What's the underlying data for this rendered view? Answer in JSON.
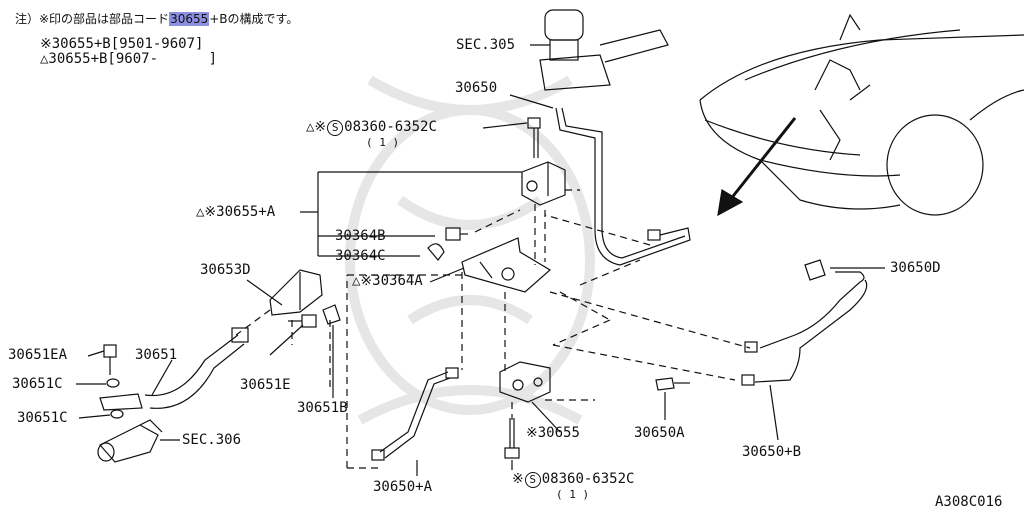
{
  "note": {
    "line1_prefix": "注）※印の部品は部品コード",
    "line1_code": "30655",
    "line1_suffix": "+Bの構成です。",
    "line2": "※30655+B[9501-9607]",
    "line3": "△30655+B[9607-      ]"
  },
  "labels": {
    "sec305": "SEC.305",
    "p30650": "30650",
    "bolt_top_prefix": "△※",
    "bolt_top_code": "08360-6352C",
    "bolt_top_qty": "( 1 )",
    "p30655A": "△※30655+A",
    "p30364B": "30364B",
    "p30364C": "30364C",
    "p30364A": "△※30364A",
    "p30653D": "30653D",
    "p30651EA": "30651EA",
    "p30651": "30651",
    "p30651C_1": "30651C",
    "p30651C_2": "30651C",
    "p30651E": "30651E",
    "p30651B": "30651B",
    "sec306": "SEC.306",
    "p30655": "※30655",
    "p30650A": "30650A",
    "p30650D": "30650D",
    "p30650B": "30650+B",
    "p30650Aplus": "30650+A",
    "bolt_bot_prefix": "※",
    "bolt_bot_code": "08360-6352C",
    "bolt_bot_qty": "( 1 )",
    "screw_symbol": "S",
    "figure_id": "A308C016"
  },
  "colors": {
    "line": "#111111",
    "highlight": "#8d8fe0",
    "watermark": "#e9e9e9"
  }
}
